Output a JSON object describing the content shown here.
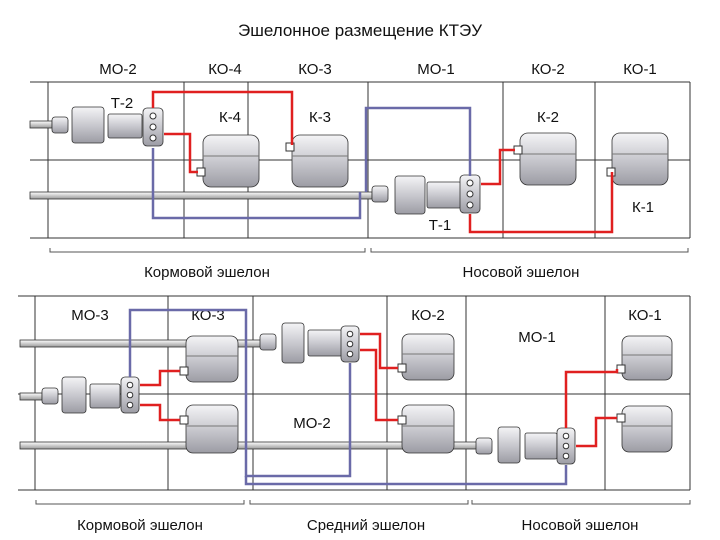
{
  "title": "Эшелонное размещение КТЭУ",
  "top": {
    "compartments": [
      "МО-2",
      "КО-4",
      "КО-3",
      "МО-1",
      "КО-2",
      "КО-1"
    ],
    "machines": {
      "t2": "Т-2",
      "k4": "К-4",
      "k3": "К-3",
      "k2": "К-2",
      "t1": "Т-1",
      "k1": "К-1"
    },
    "echelons": [
      "Кормовой эшелон",
      "Носовой эшелон"
    ]
  },
  "bottom": {
    "compartments": [
      "МО-3",
      "КО-3",
      "КО-2",
      "МО-1",
      "КО-1",
      "МО-2"
    ],
    "echelons": [
      "Кормовой эшелон",
      "Средний эшелон",
      "Носовой эшелон"
    ]
  },
  "colors": {
    "steam_line": "#e02020",
    "return_line": "#6a6aa8",
    "frame": "#333333",
    "equipment_fill": "#d4d4d8"
  }
}
